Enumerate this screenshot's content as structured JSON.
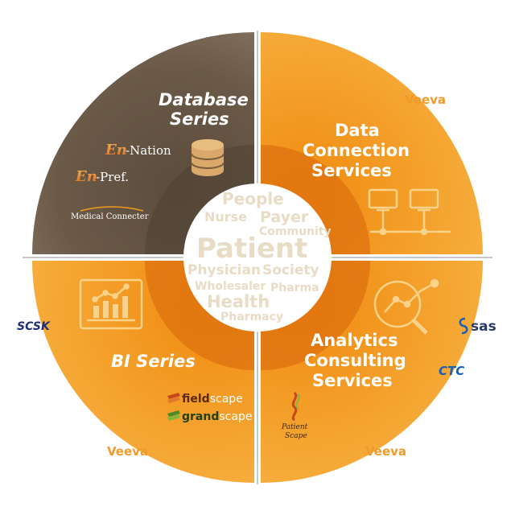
{
  "quadrants": {
    "top_left": {
      "title_lines": [
        "Database",
        "Series"
      ]
    },
    "top_right": {
      "title_lines": [
        "Data",
        "Connection",
        "Services"
      ]
    },
    "bottom_left": {
      "title_lines": [
        "BI Series"
      ]
    },
    "bottom_right": {
      "title_lines": [
        "Analytics",
        "Consulting",
        "Services"
      ]
    }
  },
  "products": {
    "en_nation": {
      "prefix": "En",
      "suffix": "-Nation"
    },
    "en_pref": {
      "prefix": "En",
      "suffix": "-Pref."
    },
    "medical_connecter": {
      "text": "Medical Connecter"
    },
    "fieldscape": {
      "bold": "field",
      "light": "scape"
    },
    "grandscape": {
      "bold": "grand",
      "light": "scape"
    },
    "patient_scape": {
      "line1": "Patient",
      "line2": "Scape"
    }
  },
  "partners": {
    "veeva": "Veeva",
    "scsk": "SCSK",
    "sas": "sas",
    "ctc": "CTC"
  },
  "center_words": {
    "people": "People",
    "nurse": "Nurse",
    "payer": "Payer",
    "community": "Community",
    "patient": "Patient",
    "physician": "Physician",
    "society": "Society",
    "wholesaler": "Wholesaler",
    "pharma": "Pharma",
    "health": "Health",
    "pharmacy": "Pharmacy"
  },
  "colors": {
    "database_brown": "#6b5a48",
    "orange": "#f29a1c",
    "orange_light": "#f7b84a",
    "inner_ring": "#e87d12",
    "center": "#ffffff",
    "veeva_orange": "#f09a2a",
    "scsk_navy": "#1f2f7a",
    "ctc_blue": "#1a5fb4"
  }
}
